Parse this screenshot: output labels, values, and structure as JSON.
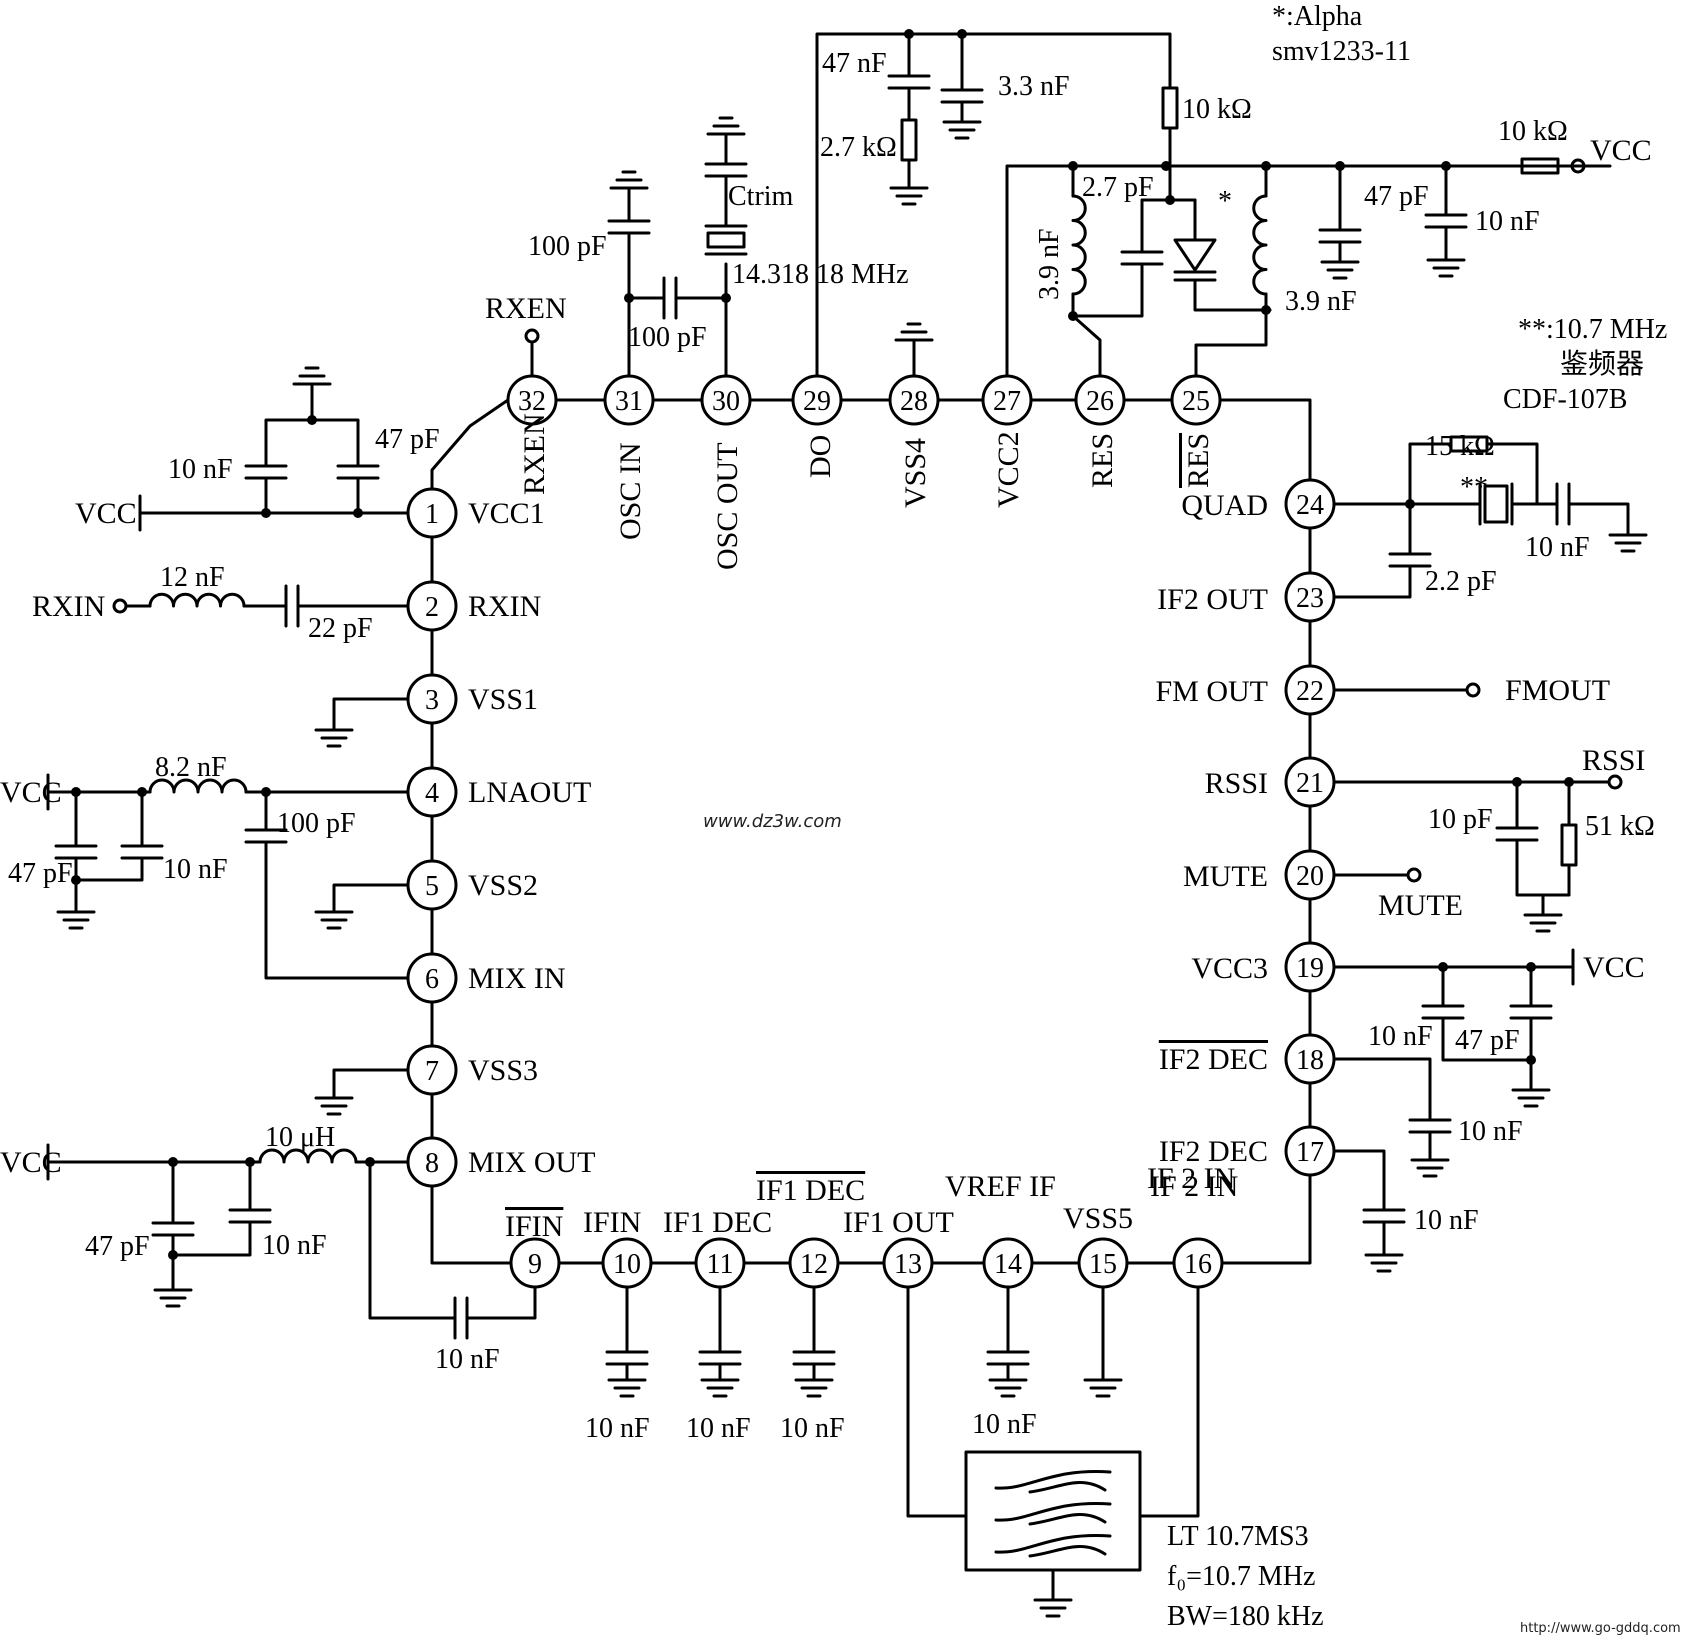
{
  "pins": [
    {
      "num": "1",
      "label": "VCC1"
    },
    {
      "num": "2",
      "label": "RXIN"
    },
    {
      "num": "3",
      "label": "VSS1"
    },
    {
      "num": "4",
      "label": "LNAOUT"
    },
    {
      "num": "5",
      "label": "VSS2"
    },
    {
      "num": "6",
      "label": "MIX IN"
    },
    {
      "num": "7",
      "label": "VSS3"
    },
    {
      "num": "8",
      "label": "MIX OUT"
    },
    {
      "num": "9",
      "label": "IFIN",
      "overline": true
    },
    {
      "num": "10",
      "label": "IFIN"
    },
    {
      "num": "11",
      "label": "IF1 DEC"
    },
    {
      "num": "12",
      "label": "IF1 DEC",
      "overline": true
    },
    {
      "num": "13",
      "label": "IF1 OUT"
    },
    {
      "num": "14",
      "label": "VREF IF"
    },
    {
      "num": "15",
      "label": "VSS5"
    },
    {
      "num": "16",
      "label": "IF 2 IN"
    },
    {
      "num": "17",
      "label": "IF2 DEC"
    },
    {
      "num": "18",
      "label": "IF2 DEC",
      "overline": true
    },
    {
      "num": "19",
      "label": "VCC3"
    },
    {
      "num": "20",
      "label": "MUTE"
    },
    {
      "num": "21",
      "label": "RSSI"
    },
    {
      "num": "22",
      "label": "FM OUT"
    },
    {
      "num": "23",
      "label": "IF2 OUT"
    },
    {
      "num": "24",
      "label": "QUAD"
    },
    {
      "num": "25",
      "label": "RES",
      "overline": true
    },
    {
      "num": "26",
      "label": "RES"
    },
    {
      "num": "27",
      "label": "VCC2"
    },
    {
      "num": "28",
      "label": "VSS4"
    },
    {
      "num": "29",
      "label": "DO"
    },
    {
      "num": "30",
      "label": "OSC OUT"
    },
    {
      "num": "31",
      "label": "OSC IN"
    },
    {
      "num": "32",
      "label": "RXEN"
    }
  ],
  "terminals": {
    "vcc": "VCC",
    "rxin": "RXIN",
    "rxen": "RXEN",
    "fmout": "FMOUT",
    "rssi": "RSSI",
    "mute": "MUTE"
  },
  "components": {
    "c_vcc1_10n": "10 nF",
    "c_vcc1_47p": "47 pF",
    "l_rxin": "12 nF",
    "c_rxin": "22 pF",
    "l_lna": "8.2 nF",
    "c_lna_47p": "47 pF",
    "c_lna_10n": "10 nF",
    "c_lna_100p": "100 pF",
    "l_mixout": "10 μH",
    "c_mixout_47p": "47 pF",
    "c_mixout_10n": "10 nF",
    "c_ifin": "10 nF",
    "c_p10": "10 nF",
    "c_p11": "10 nF",
    "c_p12": "10 nF",
    "c_p14": "10 nF",
    "c_osc_top": "100 pF",
    "c_osc_mid": "100 pF",
    "ctrim": "Ctrim",
    "crystal": "14.318 18 MHz",
    "c_do_47n": "47 nF",
    "c_do_3n3": "3.3 nF",
    "r_do": "2.7 kΩ",
    "r_top": "10 kΩ",
    "c_res": "2.7 pF",
    "l_res_left": "3.9 nF",
    "l_res_right": "3.9 nF",
    "c_vcc2_47p": "47 pF",
    "c_vcc2_10n": "10 nF",
    "r_vcc2": "10 kΩ",
    "r_quad": "15 kΩ",
    "c_quad_10n": "10 nF",
    "c_quad_2p2": "2.2 pF",
    "c_rssi": "10 pF",
    "r_rssi": "51 kΩ",
    "c_vcc3_10n": "10 nF",
    "c_vcc3_47p": "47 pF",
    "c_p18": "10 nF",
    "c_p17": "10 nF"
  },
  "notes": {
    "varactor_star": "*",
    "varactor_line1": "*:Alpha",
    "varactor_line2": "smv1233-11",
    "disc_star": "**",
    "disc_line1": "**:10.7 MHz",
    "disc_line2": "鉴频器",
    "disc_line3": "CDF-107B",
    "filter_line1": "LT 10.7MS3",
    "filter_line2": "f₀=10.7 MHz",
    "filter_line3": "BW=180 kHz",
    "watermark": "www.dz3w.com",
    "watermark2": "http://www.go-gddq.com"
  }
}
